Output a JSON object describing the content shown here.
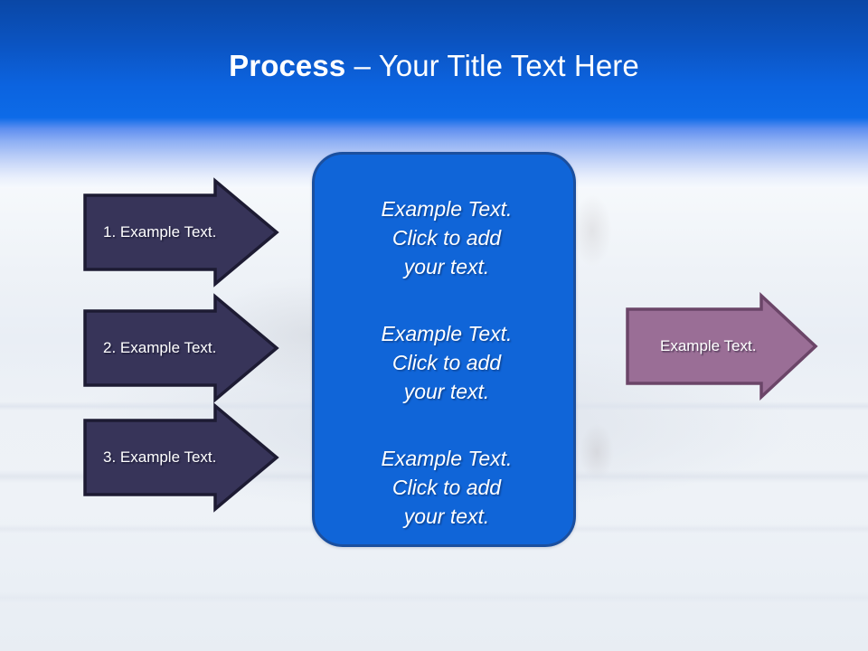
{
  "slide": {
    "title_bold": "Process",
    "title_dash": " – ",
    "title_rest": "Your Title Text Here",
    "header_color": "#0d6be8",
    "header_dark_color": "#0a47a6",
    "background_color": "#eef2f7"
  },
  "center_panel": {
    "fill_color": "#1065d8",
    "border_color": "#1b4f9e",
    "blocks": [
      {
        "text": "Example Text.\nClick  to add\nyour text."
      },
      {
        "text": "Example Text.\nClick  to add\nyour text."
      },
      {
        "text": "Example Text.\nClick  to add\nyour text."
      }
    ]
  },
  "input_arrows": {
    "fill_color": "#373459",
    "border_color": "#1d1b33",
    "items": [
      {
        "label": "1. Example Text."
      },
      {
        "label": "2. Example Text."
      },
      {
        "label": "3. Example Text."
      }
    ]
  },
  "output_arrow": {
    "fill_color": "#9a6e96",
    "border_color": "#6b4568",
    "label": "Example Text."
  }
}
